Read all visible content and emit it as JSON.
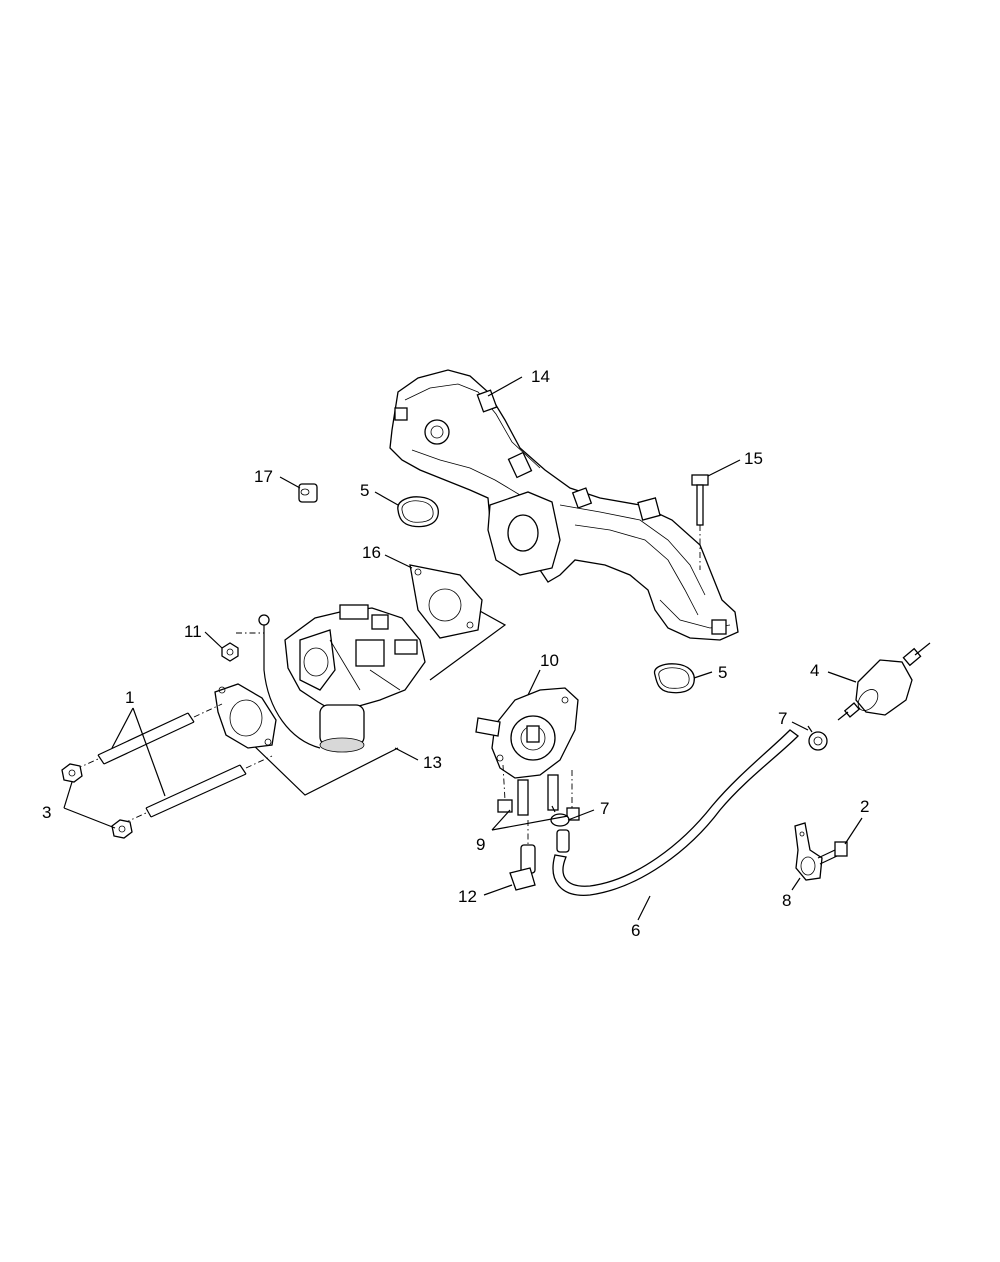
{
  "callouts": [
    {
      "id": "c1",
      "text": "1"
    },
    {
      "id": "c2",
      "text": "2"
    },
    {
      "id": "c3",
      "text": "3"
    },
    {
      "id": "c4",
      "text": "4"
    },
    {
      "id": "c5a",
      "text": "5"
    },
    {
      "id": "c5b",
      "text": "5"
    },
    {
      "id": "c6",
      "text": "6"
    },
    {
      "id": "c7a",
      "text": "7"
    },
    {
      "id": "c7b",
      "text": "7"
    },
    {
      "id": "c8",
      "text": "8"
    },
    {
      "id": "c9",
      "text": "9"
    },
    {
      "id": "c10",
      "text": "10"
    },
    {
      "id": "c11",
      "text": "11"
    },
    {
      "id": "c12",
      "text": "12"
    },
    {
      "id": "c13",
      "text": "13"
    },
    {
      "id": "c14",
      "text": "14"
    },
    {
      "id": "c15",
      "text": "15"
    },
    {
      "id": "c16",
      "text": "16"
    },
    {
      "id": "c17",
      "text": "17"
    }
  ]
}
